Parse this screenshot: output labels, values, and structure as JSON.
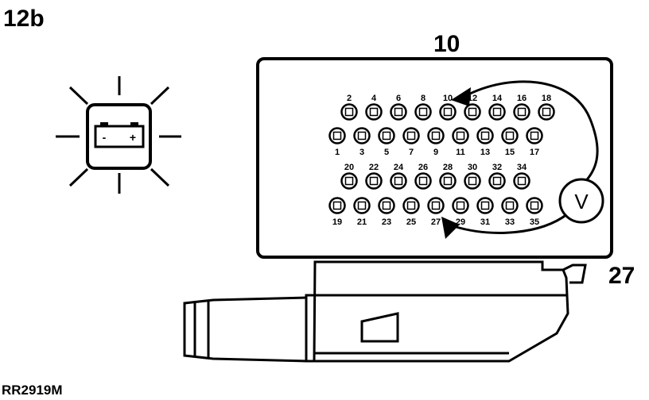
{
  "figure_label": "12b",
  "reference_code": "RR2919M",
  "callouts": {
    "probe_pin_label": "10",
    "connector_pin_label": "27"
  },
  "battery": {
    "icon": "battery-icon",
    "minus": "-",
    "plus": "+"
  },
  "voltmeter": {
    "icon": "voltmeter-icon",
    "symbol": "V"
  },
  "connector": {
    "rows": [
      [
        "2",
        "4",
        "6",
        "8",
        "10",
        "12",
        "14",
        "16",
        "18"
      ],
      [
        "1",
        "3",
        "5",
        "7",
        "9",
        "11",
        "13",
        "15",
        "17"
      ],
      [
        "20",
        "22",
        "24",
        "26",
        "28",
        "30",
        "32",
        "34"
      ],
      [
        "19",
        "21",
        "23",
        "25",
        "27",
        "29",
        "31",
        "33",
        "35"
      ]
    ]
  }
}
